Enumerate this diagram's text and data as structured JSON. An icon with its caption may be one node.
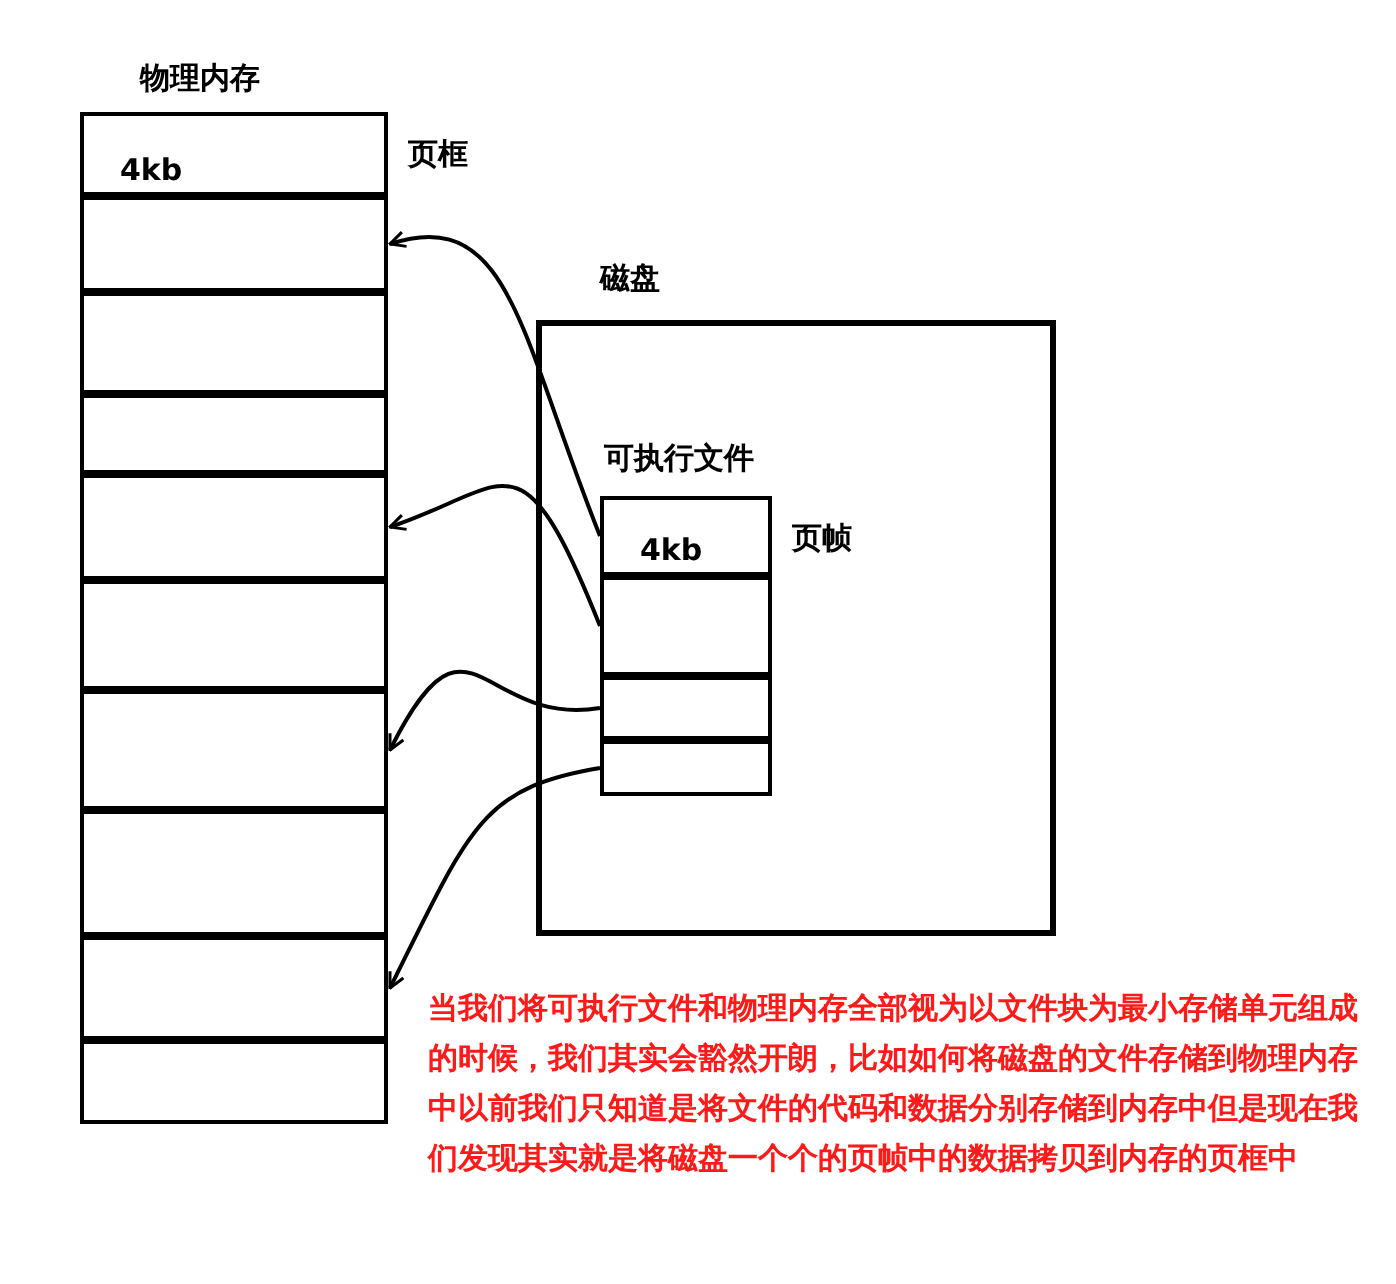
{
  "diagram": {
    "caption": "当我们将可执行文件和物理内存全部视为以文件块为最小存储单元组成的时候，我们其实会豁然开朗，比如如何将磁盘的文件存储到物理内存中以前我们只知道是将文件的代码和数据分别存储到内存中但是现在我们发现其实就是将磁盘一个个的页帧中的数据拷贝到内存的页框中",
    "nodes": [
      {
        "text": [
          "物理内存"
        ]
      },
      {
        "text": [
          "4kb"
        ],
        "in": 0,
        "beside": [
          "页框"
        ]
      },
      {
        "text": [],
        "shape": "box",
        "in": 0
      },
      {
        "text": [],
        "shape": "box",
        "in": 0
      },
      {
        "text": [],
        "shape": "box",
        "in": 0
      },
      {
        "text": [],
        "shape": "box",
        "in": 0
      },
      {
        "text": [],
        "shape": "box",
        "in": 0
      },
      {
        "text": [],
        "shape": "box",
        "in": 0
      },
      {
        "text": [],
        "shape": "box",
        "in": 0
      },
      {
        "text": [],
        "shape": "box",
        "in": 0
      },
      {
        "text": [],
        "shape": "box",
        "in": 0
      },
      {
        "text": [
          "磁盘"
        ]
      },
      {
        "text": [
          "可执行文件"
        ],
        "in": 11
      },
      {
        "text": [
          "4kb"
        ],
        "in": 12,
        "beside": [
          "页帧"
        ]
      },
      {
        "text": [],
        "shape": "box",
        "in": 12
      },
      {
        "text": [],
        "shape": "box",
        "in": 12
      },
      {
        "text": [],
        "shape": "box",
        "in": 12
      }
    ],
    "edges": [
      {
        "from": 13,
        "to": 2,
        "arrow": "to"
      },
      {
        "from": 14,
        "to": 5,
        "arrow": "to"
      },
      {
        "from": 15,
        "to": 7,
        "arrow": "to"
      },
      {
        "from": 16,
        "to": 9,
        "arrow": "to"
      }
    ]
  }
}
